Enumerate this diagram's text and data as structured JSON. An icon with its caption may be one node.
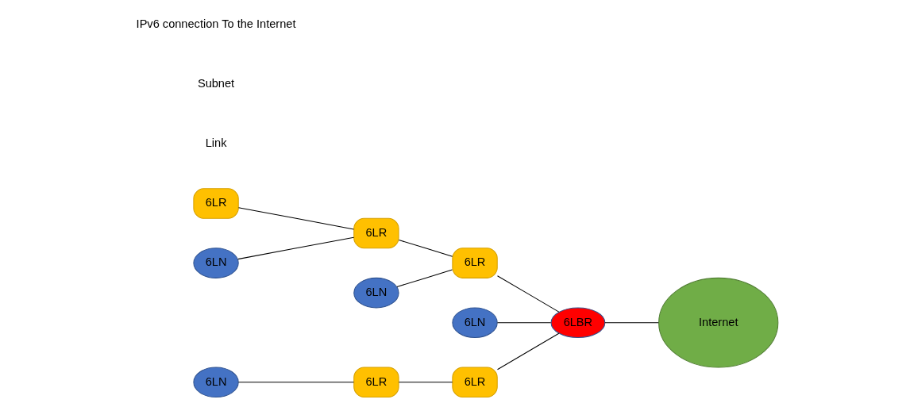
{
  "diagram": {
    "nodes": [
      {
        "text": [
          "6LR"
        ]
      },
      {
        "text": [
          "6LN"
        ]
      },
      {
        "text": [
          "6LN"
        ]
      },
      {
        "text": [
          "6LN"
        ]
      },
      {
        "text": [
          "6LR"
        ]
      },
      {
        "text": [
          "6LR"
        ]
      },
      {
        "text": [
          "6LBR"
        ]
      },
      {
        "text": [
          "Internet"
        ]
      },
      {
        "text": [
          "6LN"
        ]
      },
      {
        "text": [
          "6LR"
        ]
      },
      {
        "text": [
          "6LR"
        ]
      }
    ],
    "edges": [
      {
        "from": 0,
        "to": 4,
        "arrow": "none"
      },
      {
        "from": 1,
        "to": 5,
        "arrow": "none"
      },
      {
        "from": 2,
        "to": 6,
        "arrow": "none"
      },
      {
        "from": 3,
        "to": 4,
        "arrow": "none"
      },
      {
        "from": 4,
        "to": 5,
        "arrow": "none"
      },
      {
        "from": 5,
        "to": 6,
        "arrow": "none"
      },
      {
        "from": 6,
        "to": 7,
        "arrow": "none"
      },
      {
        "from": 8,
        "to": 9,
        "arrow": "none"
      },
      {
        "from": 9,
        "to": 10,
        "arrow": "none"
      },
      {
        "from": 10,
        "to": 6,
        "arrow": "none"
      }
    ],
    "labels": [
      "Link",
      "Subnet",
      "IPv6 connection To the Internet"
    ]
  }
}
